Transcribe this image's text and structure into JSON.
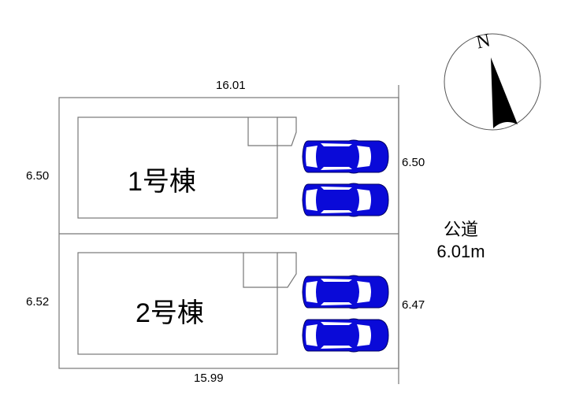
{
  "dimensions": {
    "top": "16.01",
    "bottom": "15.99",
    "left_upper": "6.50",
    "left_lower": "6.52",
    "right_upper": "6.50",
    "right_lower": "6.47"
  },
  "buildings": [
    {
      "label": "1号棟"
    },
    {
      "label": "2号棟"
    }
  ],
  "road": {
    "name": "公道",
    "width": "6.01m"
  },
  "compass": {
    "label": "N"
  },
  "colors": {
    "car": "#0a0ad8",
    "line": "#777777"
  },
  "parking": {
    "cars_per_lot": 2,
    "icon": "car-icon"
  }
}
